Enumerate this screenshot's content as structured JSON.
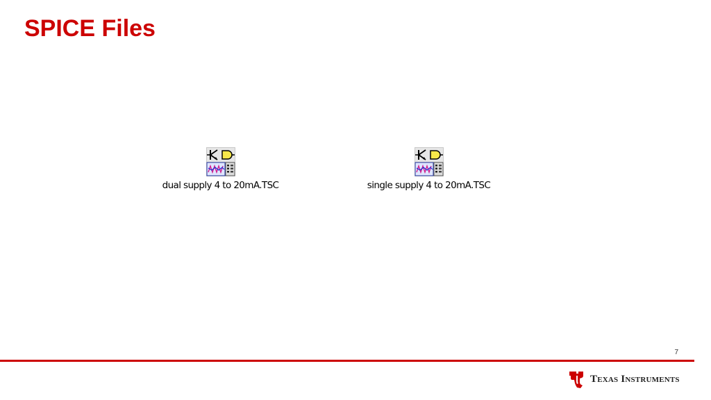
{
  "slide": {
    "title": "SPICE Files",
    "page_number": "7"
  },
  "files": [
    {
      "name": "dual supply 4 to 20mA.TSC",
      "icon": "tina-schematic-icon"
    },
    {
      "name": "single supply 4 to 20mA.TSC",
      "icon": "tina-schematic-icon"
    }
  ],
  "footer": {
    "logo_text": "Texas Instruments",
    "logo_icon": "ti-logo-icon"
  },
  "colors": {
    "title": "#cc0000",
    "rule": "#cc0000",
    "logo": "#cc0000"
  }
}
